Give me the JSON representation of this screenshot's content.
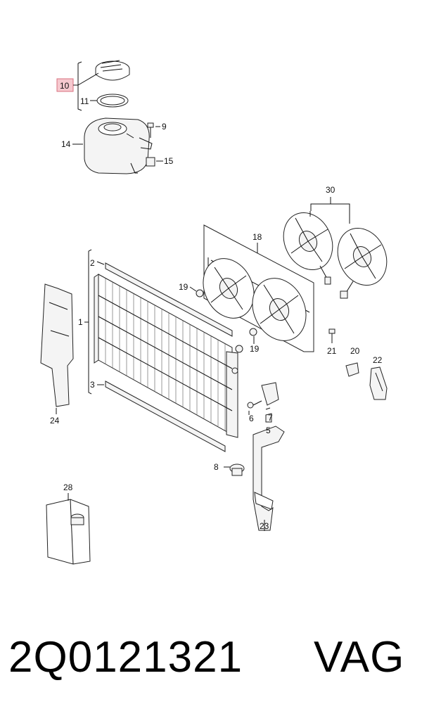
{
  "diagram": {
    "callouts": {
      "c10": "10",
      "c11": "11",
      "c9": "9",
      "c14": "14",
      "c15": "15",
      "c30": "30",
      "c18": "18",
      "c2": "2",
      "c1": "1",
      "c3": "3",
      "c19a": "19",
      "c19b": "19",
      "c21": "21",
      "c20": "20",
      "c22": "22",
      "c24": "24",
      "c7": "7",
      "c6": "6",
      "c5": "5",
      "c8": "8",
      "c23": "23",
      "c28": "28"
    },
    "highlighted_callout": "10"
  },
  "footer": {
    "part_number": "2Q0121321",
    "brand": "VAG"
  }
}
